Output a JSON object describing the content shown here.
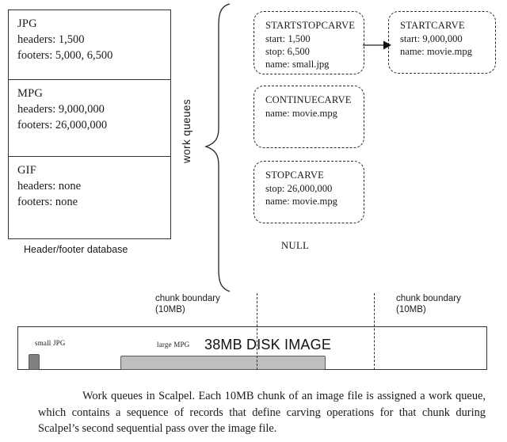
{
  "database": {
    "caption": "Header/footer database",
    "rows": [
      {
        "type": "JPG",
        "headers": "headers: 1,500",
        "footers": "footers: 5,000, 6,500"
      },
      {
        "type": "MPG",
        "headers": "headers: 9,000,000",
        "footers": "footers: 26,000,000"
      },
      {
        "type": "GIF",
        "headers": "headers: none",
        "footers": "footers: none"
      }
    ]
  },
  "work_queues": {
    "label": "work queues",
    "null_label": "NULL",
    "records": [
      {
        "op": "STARTSTOPCARVE",
        "fields": [
          "start: 1,500",
          "stop: 6,500",
          "name: small.jpg"
        ]
      },
      {
        "op": "STARTCARVE",
        "fields": [
          "start: 9,000,000",
          "name: movie.mpg"
        ]
      },
      {
        "op": "CONTINUECARVE",
        "fields": [
          "name: movie.mpg"
        ]
      },
      {
        "op": "STOPCARVE",
        "fields": [
          "stop: 26,000,000",
          "name: movie.mpg"
        ]
      }
    ]
  },
  "disk": {
    "title": "38MB DISK IMAGE",
    "blocks": [
      {
        "label": "small JPG",
        "color": "#808080"
      },
      {
        "label": "large MPG",
        "color": "#bfbfbf"
      }
    ],
    "chunk_boundaries": [
      {
        "line1": "chunk boundary",
        "line2": "(10MB)"
      },
      {
        "line1": "chunk boundary",
        "line2": "(10MB)"
      }
    ]
  },
  "caption": "Work queues in Scalpel.  Each 10MB chunk of an image file is assigned a work queue, which contains a sequence of records that define carving operations for that chunk during Scalpel’s second sequential pass over the image file."
}
